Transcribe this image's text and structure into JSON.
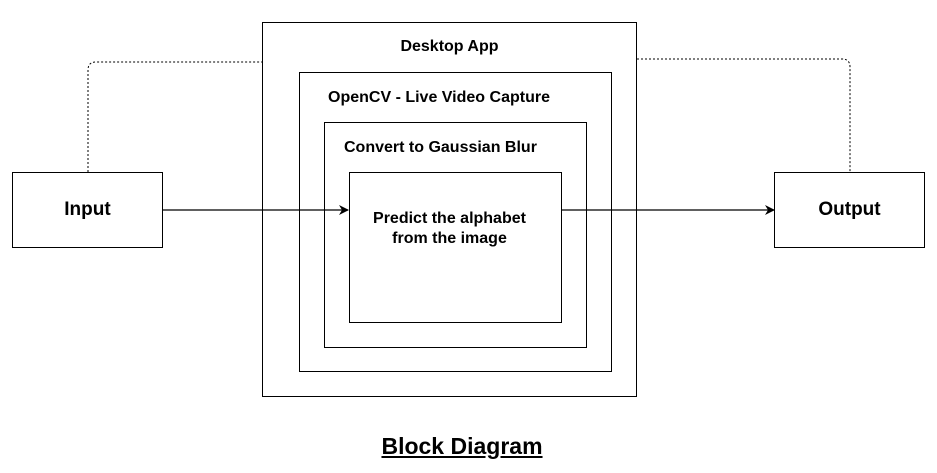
{
  "diagram": {
    "nodes": {
      "input": "Input",
      "output": "Output",
      "desktop_app": "Desktop App",
      "opencv": "OpenCV - Live Video Capture",
      "blur": "Convert to Gaussian Blur",
      "predict_line1": "Predict the alphabet",
      "predict_line2": "from the image"
    },
    "edges": [
      {
        "from": "input",
        "to": "predict",
        "style": "solid-arrow"
      },
      {
        "from": "predict",
        "to": "output",
        "style": "solid-arrow"
      },
      {
        "from": "input",
        "to": "desktop_app",
        "style": "dotted"
      },
      {
        "from": "output",
        "to": "desktop_app",
        "style": "dotted"
      }
    ]
  },
  "caption": "Block Diagram"
}
